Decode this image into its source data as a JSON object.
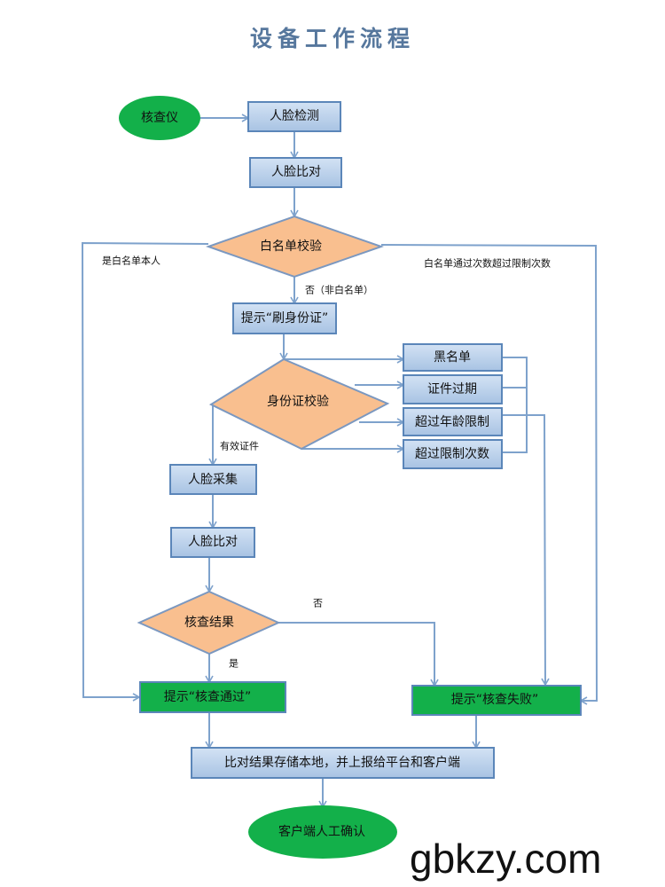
{
  "title": "设备工作流程",
  "nodes": {
    "start": "核查仪",
    "face_detect": "人脸检测",
    "face_compare_1": "人脸比对",
    "whitelist_check": "白名单校验",
    "prompt_swipe_id": "提示“刷身份证”",
    "id_check": "身份证校验",
    "blacklist": "黑名单",
    "id_expired": "证件过期",
    "age_exceeded": "超过年龄限制",
    "count_exceeded": "超过限制次数",
    "face_capture": "人脸采集",
    "face_compare_2": "人脸比对",
    "check_result": "核查结果",
    "prompt_pass": "提示“核查通过”",
    "prompt_fail": "提示“核查失败”",
    "store_report": "比对结果存储本地，并上报给平台和客户端",
    "end": "客户端人工确认"
  },
  "edge_labels": {
    "whitelist_yes": "是白名单本人",
    "whitelist_over": "白名单通过次数超过限制次数",
    "whitelist_no": "否（非白名单）",
    "valid_id": "有效证件",
    "result_no": "否",
    "result_yes": "是"
  },
  "watermark": "gbkzy.com",
  "colors": {
    "process": "#b7cde9",
    "decision": "#f9bf8f",
    "terminal": "#13b04a",
    "connector": "#7ea2cc",
    "title": "#56779d"
  }
}
